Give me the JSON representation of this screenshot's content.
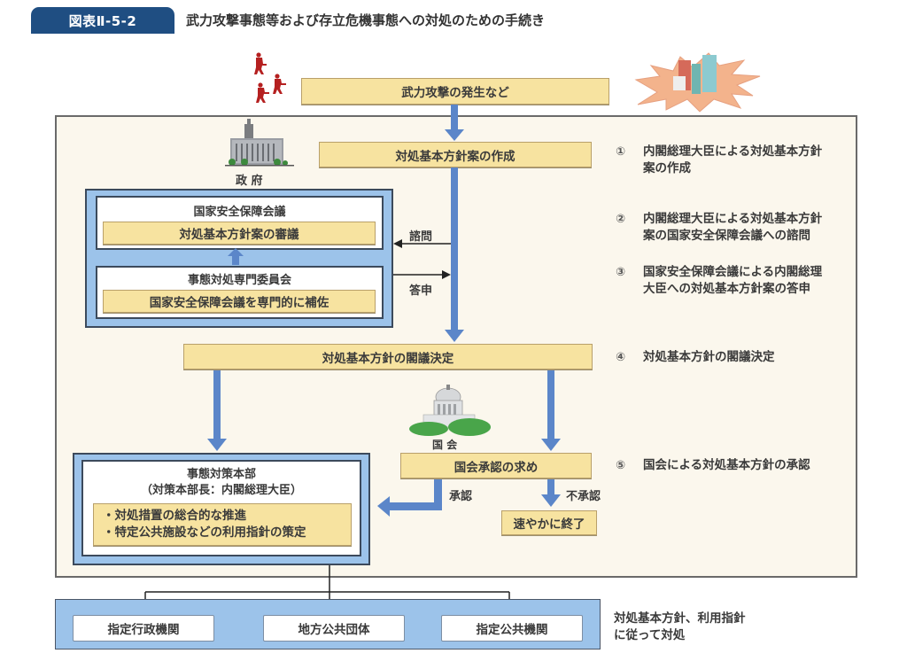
{
  "header": {
    "figure_tag": "図表Ⅱ-5-2",
    "title": "武力攻撃事態等および存立危機事態への対処のための手続き"
  },
  "flow": {
    "attack_occurrence": "武力攻撃の発生など",
    "draft_creation": "対処基本方針案の作成",
    "government_label": "政 府",
    "nsc": {
      "title": "国家安全保障会議",
      "task": "対処基本方針案の審議"
    },
    "expert_committee": {
      "title": "事態対処専門委員会",
      "task": "国家安全保障会議を専門的に補佐"
    },
    "consult_label": "諮問",
    "report_label": "答申",
    "cabinet_decision": "対処基本方針の閣議決定",
    "diet_label": "国 会",
    "diet_approval_request": "国会承認の求め",
    "approve_label": "承認",
    "disapprove_label": "不承認",
    "prompt_end": "速やかに終了",
    "hq": {
      "title": "事態対策本部",
      "subtitle": "（対策本部長：内閣総理大臣）",
      "items": [
        "・対処措置の総合的な推進",
        "・特定公共施設などの利用指針の策定"
      ]
    },
    "agencies": [
      "指定行政機関",
      "地方公共団体",
      "指定公共機関"
    ],
    "agencies_note_line1": "対処基本方針、利用指針",
    "agencies_note_line2": "に従って対処"
  },
  "steps": [
    {
      "num": "①",
      "line1": "内閣総理大臣による対処基本方針",
      "line2": "案の作成"
    },
    {
      "num": "②",
      "line1": "内閣総理大臣による対処基本方針",
      "line2": "案の国家安全保障会議への諮問"
    },
    {
      "num": "③",
      "line1": "国家安全保障会議による内閣総理",
      "line2": "大臣への対処基本方針案の答申"
    },
    {
      "num": "④",
      "line1": "対処基本方針の閣議決定",
      "line2": ""
    },
    {
      "num": "⑤",
      "line1": "国会による対処基本方針の承認",
      "line2": ""
    }
  ],
  "colors": {
    "tag_blue": "#1f4e82",
    "box_yellow": "#f7e3a0",
    "arrow_blue": "#5b86c9",
    "panel_blue": "#9cc3ea",
    "main_bg": "#fbf7ed"
  }
}
